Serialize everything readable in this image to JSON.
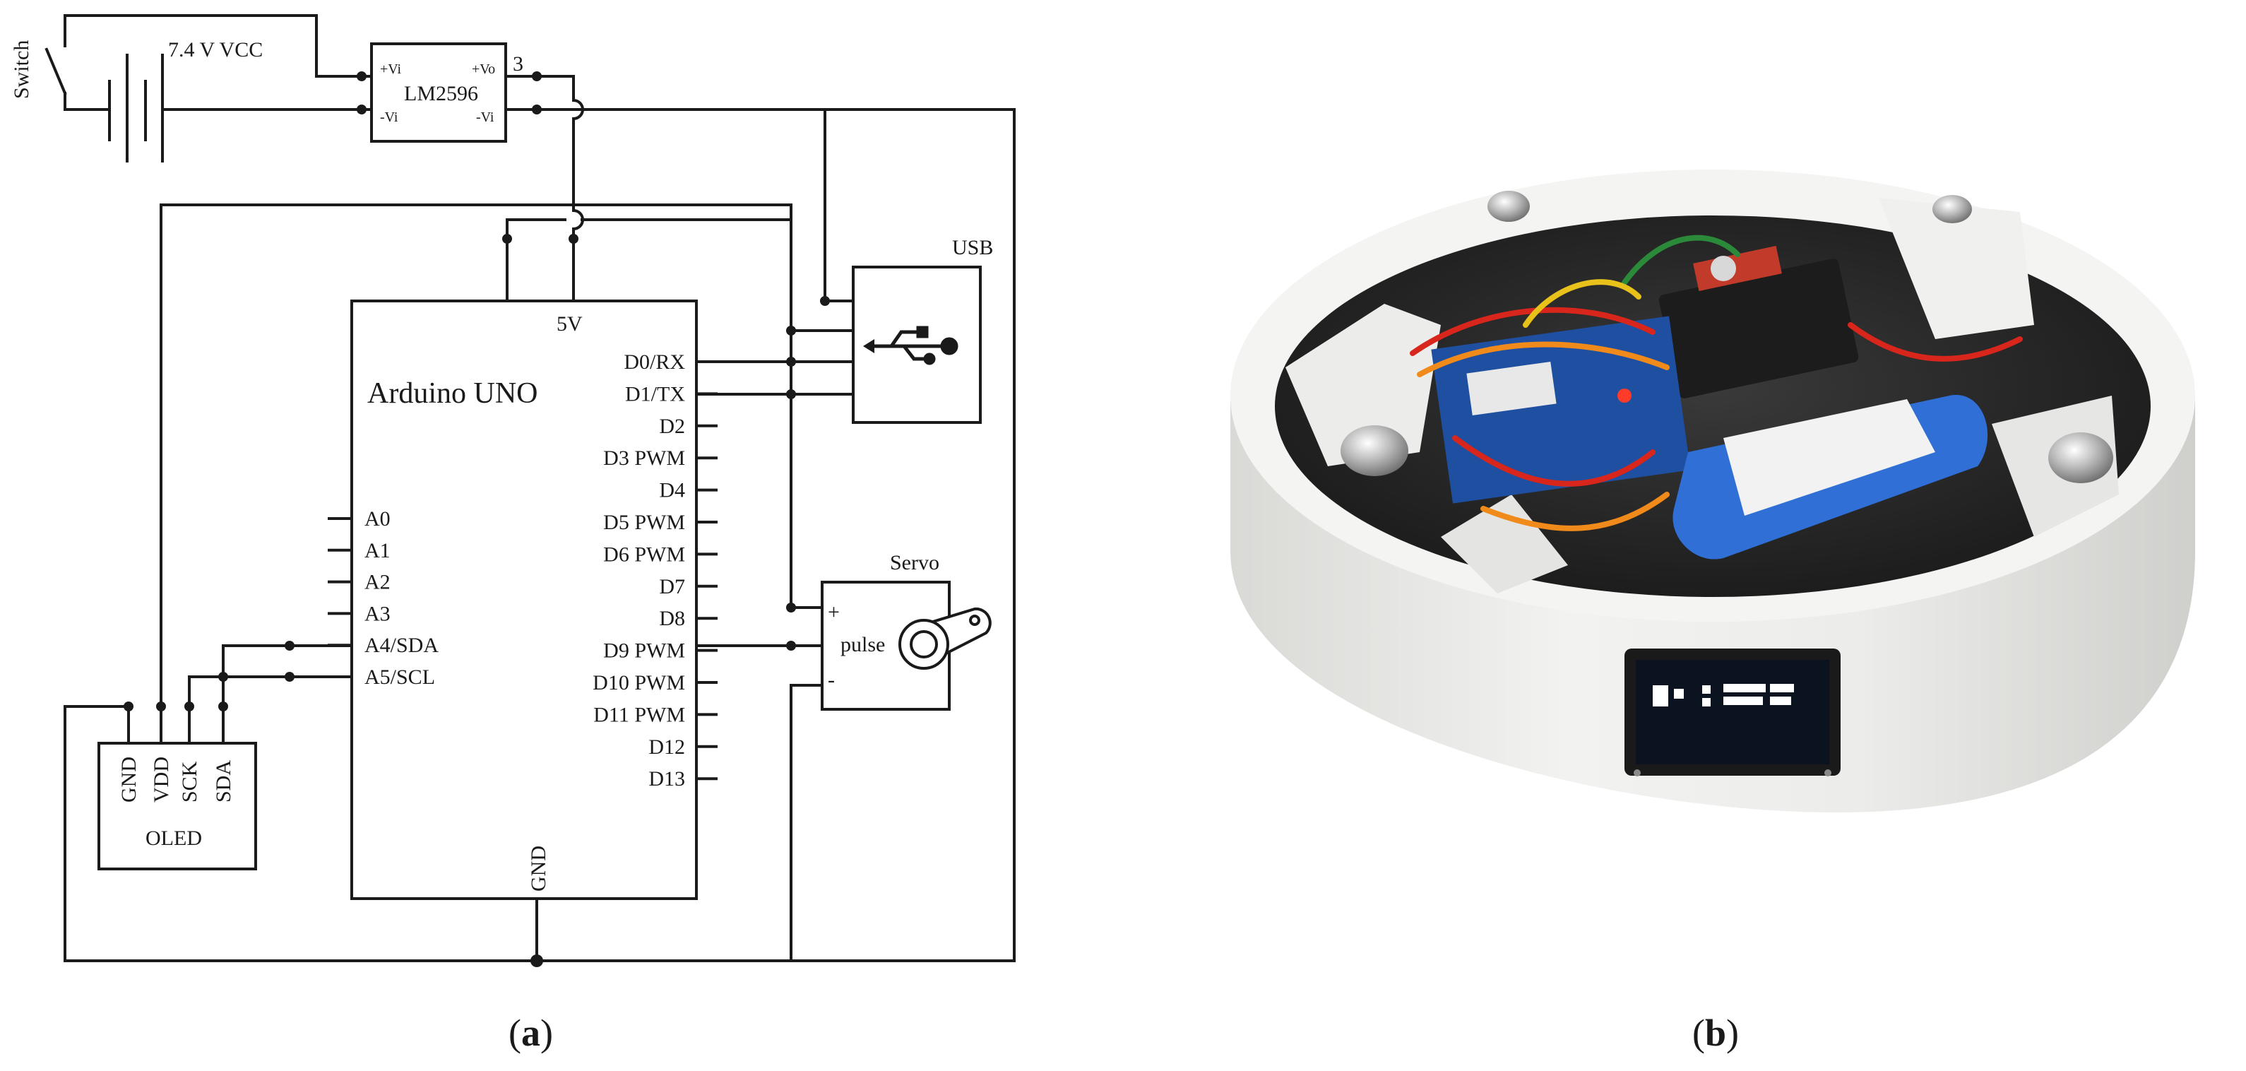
{
  "colors": {
    "line": "#1a1a1a",
    "background": "#ffffff",
    "housing": "#eeeeec",
    "battery_blue": "#2f6fd6",
    "servo_black": "#1c1c1c",
    "board_blue": "#1f4fa0",
    "wire_red": "#d8261c",
    "wire_orange": "#f08a1a",
    "oled_screen": "#0b1220"
  },
  "panel_a": {
    "caption": {
      "open": "(",
      "letter": "a",
      "close": ")"
    },
    "switch_label": "Switch",
    "battery_label": "7.4 V  VCC",
    "regulator": {
      "name": "LM2596",
      "vin_plus": "+Vi",
      "vin_minus": "-Vi",
      "vout_plus": "+Vo",
      "vout_minus": "-Vi",
      "pin_number": "3"
    },
    "arduino": {
      "title": "Arduino UNO",
      "pin_5v": "5V",
      "pin_gnd": "GND",
      "left_pins": [
        "A0",
        "A1",
        "A2",
        "A3",
        "A4/SDA",
        "A5/SCL"
      ],
      "right_pins": [
        "D0/RX",
        "D1/TX",
        "D2",
        "D3 PWM",
        "D4",
        "D5 PWM",
        "D6 PWM",
        "D7",
        "D8",
        "D9 PWM",
        "D10 PWM",
        "D11 PWM",
        "D12",
        "D13"
      ]
    },
    "usb": {
      "label": "USB",
      "icon": "usb-icon"
    },
    "servo": {
      "label": "Servo",
      "plus": "+",
      "pulse": "pulse",
      "minus": "-",
      "icon": "servo-horn-icon"
    },
    "oled": {
      "title": "OLED",
      "pins": [
        "GND",
        "VDD",
        "SCK",
        "SDA"
      ]
    }
  },
  "panel_b": {
    "caption": {
      "open": "(",
      "letter": "b",
      "close": ")"
    }
  }
}
